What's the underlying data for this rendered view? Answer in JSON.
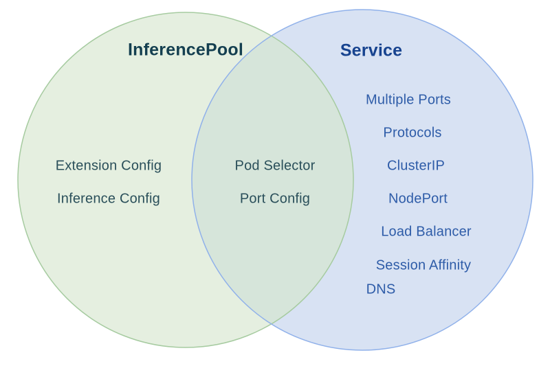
{
  "venn": {
    "left": {
      "title": "InferencePool",
      "items": [
        "Extension Config",
        "Inference Config"
      ]
    },
    "overlap": {
      "items": [
        "Pod Selector",
        "Port Config"
      ]
    },
    "right": {
      "title": "Service",
      "items": [
        "Multiple Ports",
        "Protocols",
        "ClusterIP",
        "NodePort",
        "Load Balancer",
        "Session Affinity",
        "DNS"
      ]
    },
    "colors": {
      "background": "#ffffff",
      "left_fill": "#e5efe0",
      "left_border": "#a6cba0",
      "left_title_text": "#143f50",
      "left_item_text": "#2a4f5a",
      "right_fill": "#d8e2f3",
      "right_border": "#90b1ea",
      "right_title_text": "#17438f",
      "right_item_text": "#2e5ca8",
      "overlap_fill": "#d6e5da",
      "overlap_item_text": "#2a4f5a"
    }
  }
}
